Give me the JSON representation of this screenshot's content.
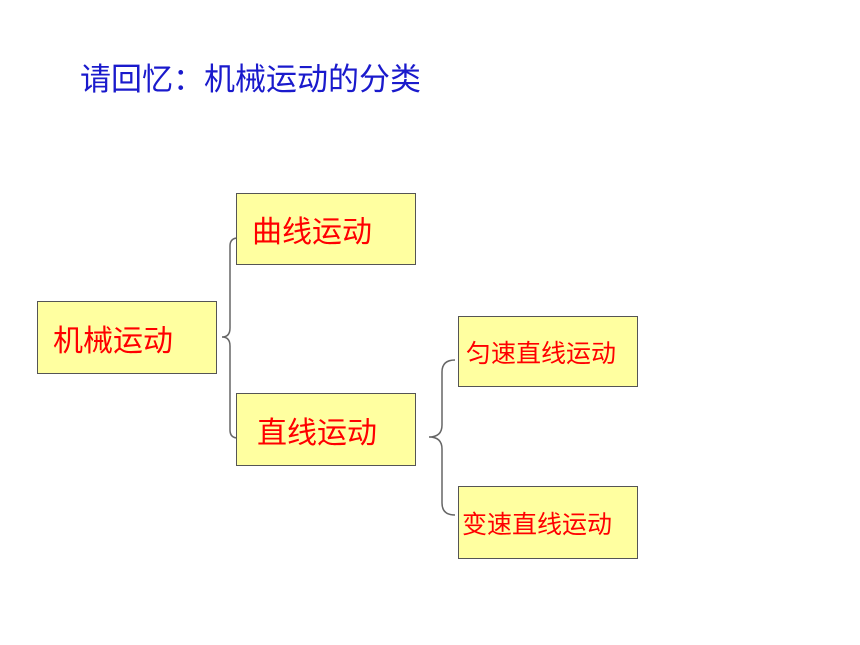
{
  "title": "请回忆：机械运动的分类",
  "nodes": {
    "root": "机械运动",
    "curve": "曲线运动",
    "line": "直线运动",
    "uniform": "匀速直线运动",
    "variable": "变速直线运动"
  },
  "colors": {
    "title": "#1a1acc",
    "node_text": "#ff0000",
    "node_fill": "#ffffa0",
    "node_border": "#555555",
    "brace": "#666666"
  }
}
